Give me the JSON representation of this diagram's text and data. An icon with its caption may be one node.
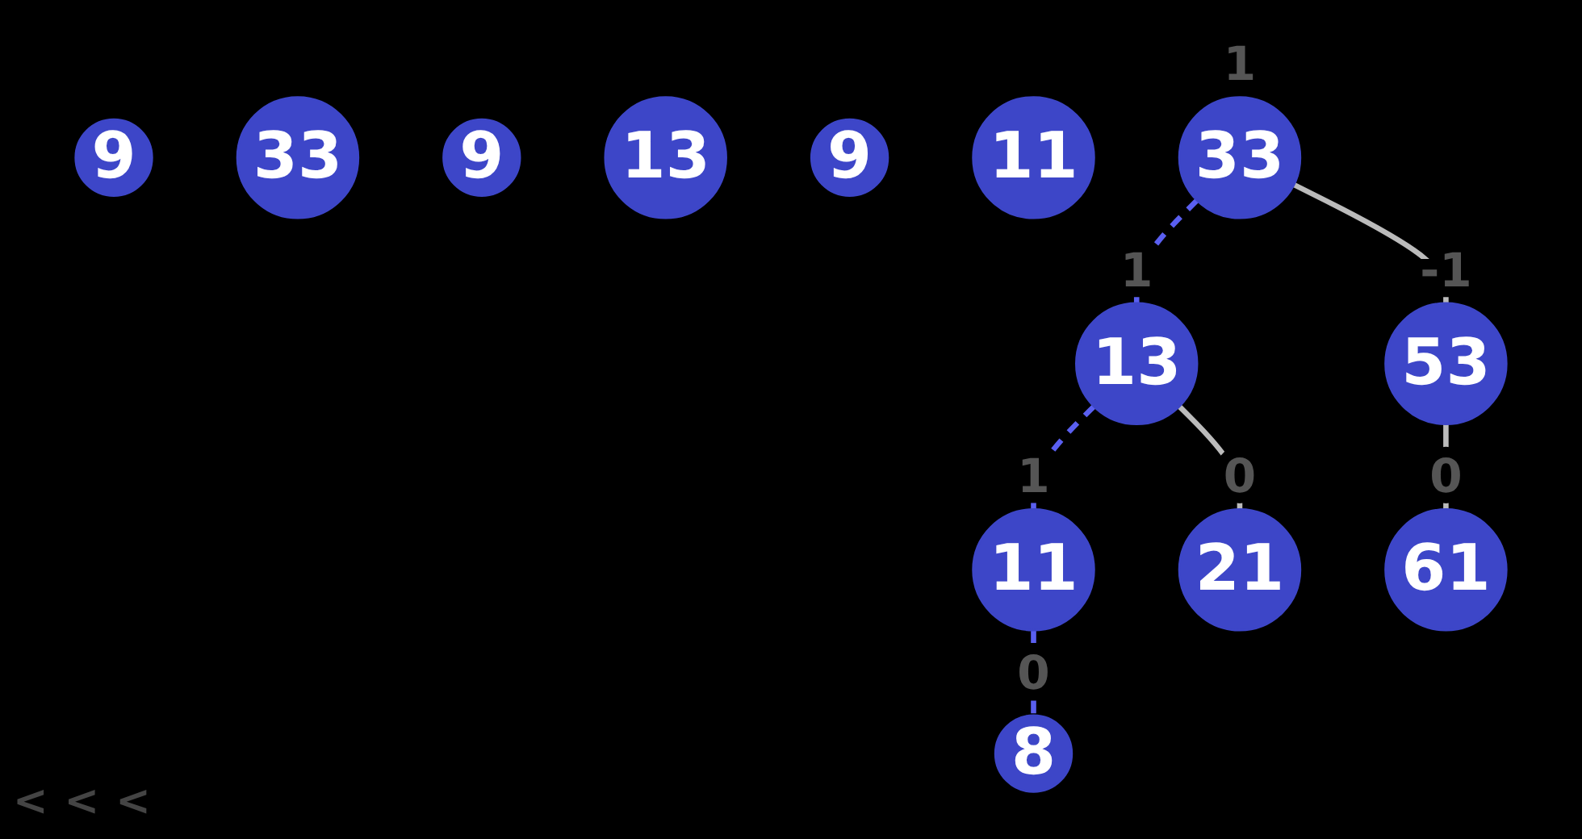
{
  "diagram": {
    "nodes": [
      {
        "text": [
          "9"
        ]
      },
      {
        "text": [
          "33"
        ]
      },
      {
        "text": [
          "9"
        ]
      },
      {
        "text": [
          "13"
        ]
      },
      {
        "text": [
          "9"
        ]
      },
      {
        "text": [
          "11"
        ]
      },
      {
        "text": [
          "33"
        ],
        "beside": [
          "1"
        ]
      },
      {
        "text": [
          "13"
        ],
        "beside": [
          "1"
        ]
      },
      {
        "text": [
          "53"
        ],
        "beside": [
          "-1"
        ]
      },
      {
        "text": [
          "11"
        ],
        "beside": [
          "1"
        ]
      },
      {
        "text": [
          "21"
        ],
        "beside": [
          "0"
        ]
      },
      {
        "text": [
          "61"
        ],
        "beside": [
          "0"
        ]
      },
      {
        "text": [
          "8"
        ],
        "beside": [
          "0"
        ]
      }
    ],
    "edges": [
      {
        "from": 6,
        "to": 7,
        "arrow": "none",
        "style": "dashed",
        "color": "#5a5ff0"
      },
      {
        "from": 6,
        "to": 8,
        "arrow": "none",
        "color": "#bbbbbb"
      },
      {
        "from": 7,
        "to": 9,
        "arrow": "none",
        "style": "dashed",
        "color": "#5a5ff0"
      },
      {
        "from": 7,
        "to": 10,
        "arrow": "none",
        "color": "#bbbbbb"
      },
      {
        "from": 8,
        "to": 11,
        "arrow": "none",
        "color": "#bbbbbb"
      },
      {
        "from": 9,
        "to": 12,
        "arrow": "none",
        "style": "dashed",
        "color": "#5a5ff0"
      }
    ],
    "labels": [
      "<",
      "<",
      "<"
    ]
  }
}
